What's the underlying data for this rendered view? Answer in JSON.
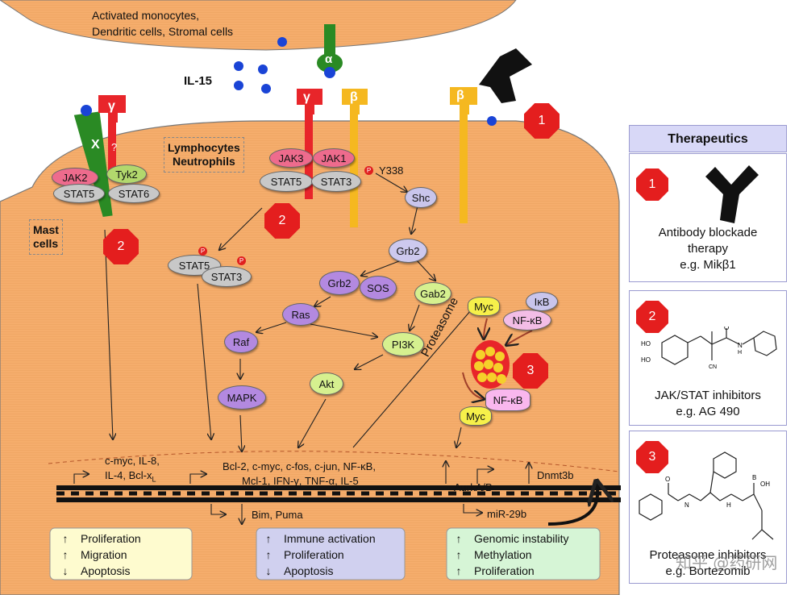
{
  "top_cell": {
    "line1": "Activated monocytes,",
    "line2": "Dendritic cells, Stromal cells"
  },
  "cytokine": "IL-15",
  "lympho": {
    "line1": "Lymphocytes",
    "line2": "Neutrophils"
  },
  "mast": {
    "line1": "Mast",
    "line2": "cells"
  },
  "receptor": {
    "alpha": "α",
    "gamma": "γ",
    "beta": "β",
    "x": "X",
    "q": "?"
  },
  "kinases": {
    "jak2": "JAK2",
    "tyk2": "Tyk2",
    "stat5": "STAT5",
    "stat6": "STAT6",
    "jak3": "JAK3",
    "jak1": "JAK1",
    "stat3": "STAT3",
    "y338": "Y338",
    "p": "P"
  },
  "nodes": {
    "shc": "Shc",
    "grb2": "Grb2",
    "grb2b": "Grb2",
    "sos": "SOS",
    "gab2": "Gab2",
    "ras": "Ras",
    "raf": "Raf",
    "pi3k": "PI3K",
    "akt": "Akt",
    "mapk": "MAPK",
    "myc": "Myc",
    "ikb": "IκB",
    "nfkb": "NF-κB",
    "proteasome": "Proteasome"
  },
  "targets": {
    "left_l1": "c-myc, IL-8,",
    "left_l2": "IL-4, Bcl-x",
    "left_sub": "L",
    "mid_l1": "Bcl-2, c-myc, c-fos, c-jun, NF-κB,",
    "mid_l2": "Mcl-1, IFN-γ, TNF-α, IL-5",
    "bim": "Bim, Puma",
    "aurk": "AurkA/B",
    "dnmt": "Dnmt3b",
    "mir": "miR-29b"
  },
  "outcomes": {
    "yellow": [
      {
        "arrow": "↑",
        "text": "Proliferation"
      },
      {
        "arrow": "↑",
        "text": "Migration"
      },
      {
        "arrow": "↓",
        "text": "Apoptosis"
      }
    ],
    "purple": [
      {
        "arrow": "↑",
        "text": "Immune activation"
      },
      {
        "arrow": "↑",
        "text": "Proliferation"
      },
      {
        "arrow": "↓",
        "text": "Apoptosis"
      }
    ],
    "green": [
      {
        "arrow": "↑",
        "text": "Genomic instability"
      },
      {
        "arrow": "↑",
        "text": "Methylation"
      },
      {
        "arrow": "↑",
        "text": "Proliferation"
      }
    ]
  },
  "therapeutics": {
    "title": "Therapeutics",
    "t1": {
      "num": "1",
      "l1": "Antibody blockade",
      "l2": "therapy",
      "l3": "e.g. Mikβ1"
    },
    "t2": {
      "num": "2",
      "l1": "JAK/STAT inhibitors",
      "l2": "e.g. AG 490",
      "ho1": "HO",
      "ho2": "HO",
      "cn": "CN",
      "o": "O",
      "n": "N",
      "h": "H"
    },
    "t3": {
      "num": "3",
      "l1": "Proteasome inhibitors",
      "l2": "e.g. Bortezomib",
      "b": "B",
      "oh": "OH",
      "o": "O",
      "n": "N",
      "h": "H"
    }
  },
  "octagons": [
    "1",
    "2",
    "2",
    "3"
  ],
  "watermark": "知乎 @药研网",
  "colors": {
    "cell": "#f5ad6c",
    "membrane": "#f0a462",
    "gamma": "#e8252a",
    "beta": "#f5b820",
    "alpha": "#2a8a24",
    "ligand": "#1a44d6",
    "octagon": "#e41e1e",
    "jak": "#ee6b8d",
    "stat": "#c8c8c8",
    "shc": "#c9c5ec",
    "grb2": "#cdc9ee",
    "purple_node": "#b389e0",
    "green_node": "#d6f08f",
    "yellow_node": "#f6f04a",
    "outcome_yellow": "#fefbcf",
    "outcome_purple": "#d0d0ef",
    "outcome_green": "#d6f5d6",
    "panel_header": "#d8d8f7"
  }
}
